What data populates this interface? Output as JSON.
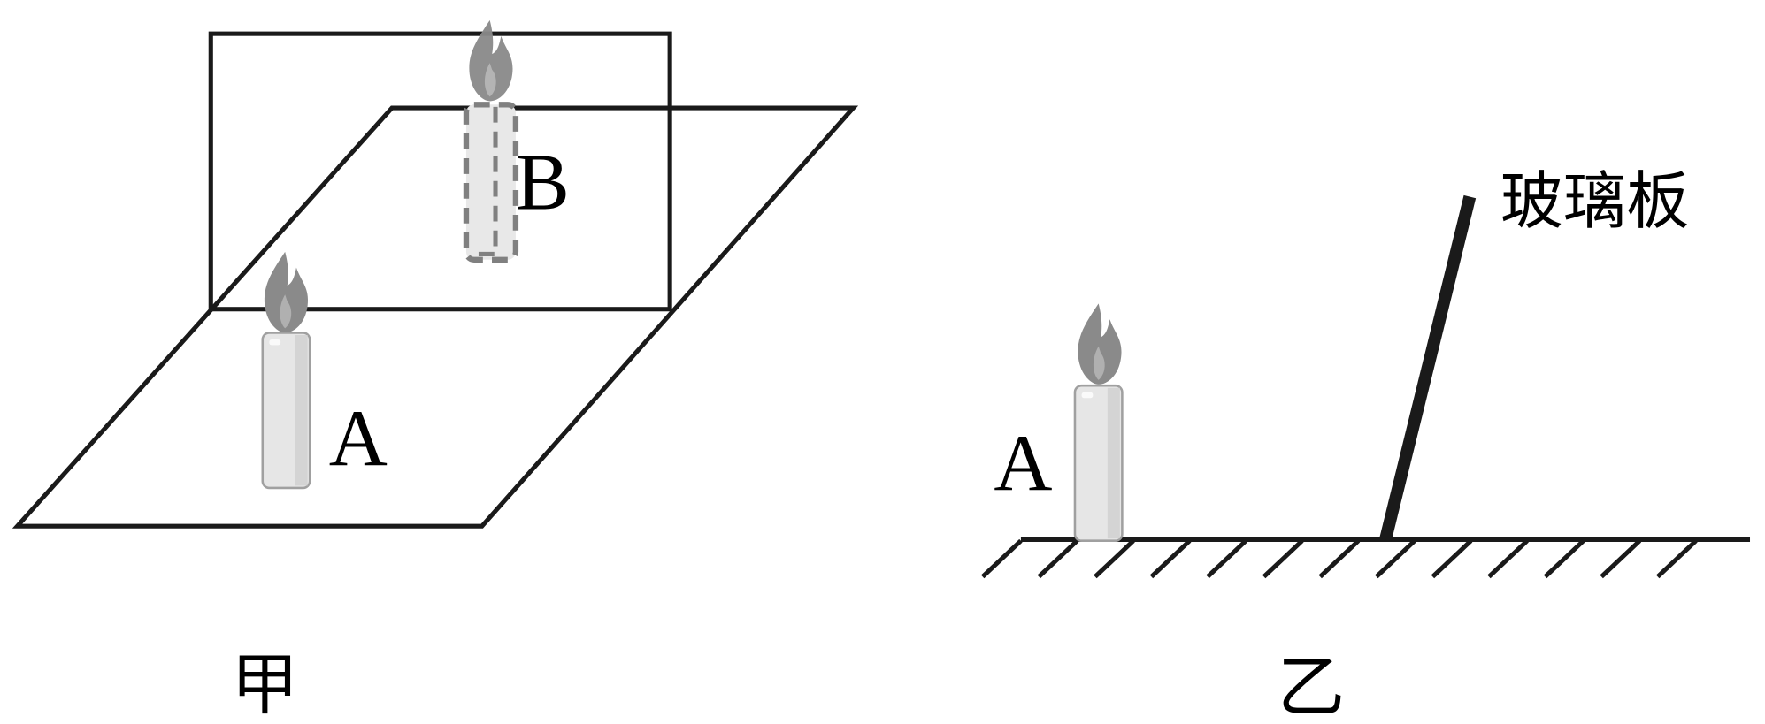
{
  "figure_left": {
    "caption": "甲",
    "candle_a_label": "A",
    "candle_b_label": "B"
  },
  "figure_right": {
    "caption": "乙",
    "candle_a_label": "A",
    "glass_label": "玻璃板"
  },
  "colors": {
    "line": "#1a1a1a",
    "candle_body": "#e6e6e6",
    "candle_shade": "#d4d4d4",
    "candle_outline": "#a0a0a0",
    "flame": "#8a8a8a",
    "flame_inner": "#b0b0b0",
    "dashed_outline": "#808080"
  }
}
